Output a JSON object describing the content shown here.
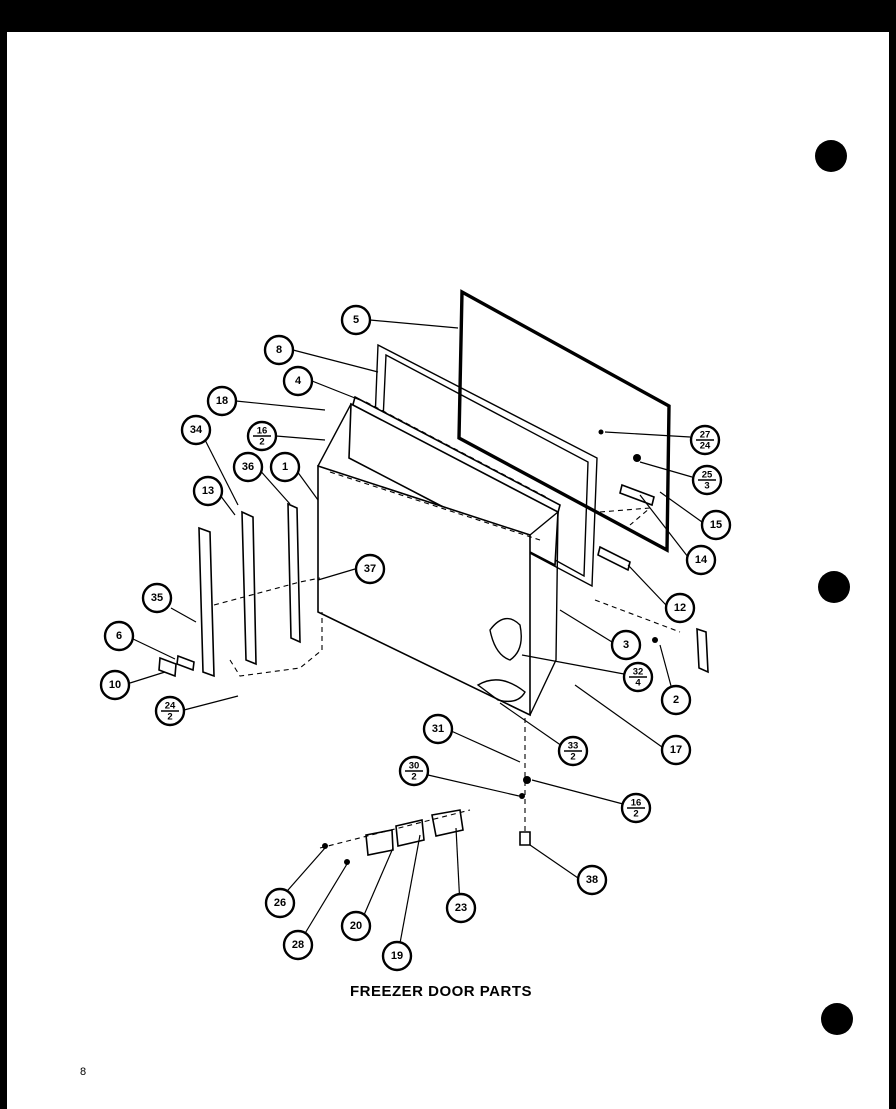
{
  "title": "FREEZER DOOR PARTS",
  "page_number": "8",
  "callouts": [
    {
      "top": "5"
    },
    {
      "top": "8"
    },
    {
      "top": "4"
    },
    {
      "top": "18"
    },
    {
      "top": "16",
      "bottom": "2"
    },
    {
      "top": "34"
    },
    {
      "top": "36"
    },
    {
      "top": "1"
    },
    {
      "top": "13"
    },
    {
      "top": "37"
    },
    {
      "top": "35"
    },
    {
      "top": "6"
    },
    {
      "top": "10"
    },
    {
      "top": "24",
      "bottom": "2"
    },
    {
      "top": "27",
      "bottom": "24"
    },
    {
      "top": "25",
      "bottom": "3"
    },
    {
      "top": "15"
    },
    {
      "top": "14"
    },
    {
      "top": "12"
    },
    {
      "top": "3"
    },
    {
      "top": "32",
      "bottom": "4"
    },
    {
      "top": "2"
    },
    {
      "top": "17"
    },
    {
      "top": "33",
      "bottom": "2"
    },
    {
      "top": "31"
    },
    {
      "top": "30",
      "bottom": "2"
    },
    {
      "top": "16",
      "bottom": "2"
    },
    {
      "top": "38"
    },
    {
      "top": "26"
    },
    {
      "top": "28"
    },
    {
      "top": "20"
    },
    {
      "top": "19"
    },
    {
      "top": "23"
    }
  ]
}
